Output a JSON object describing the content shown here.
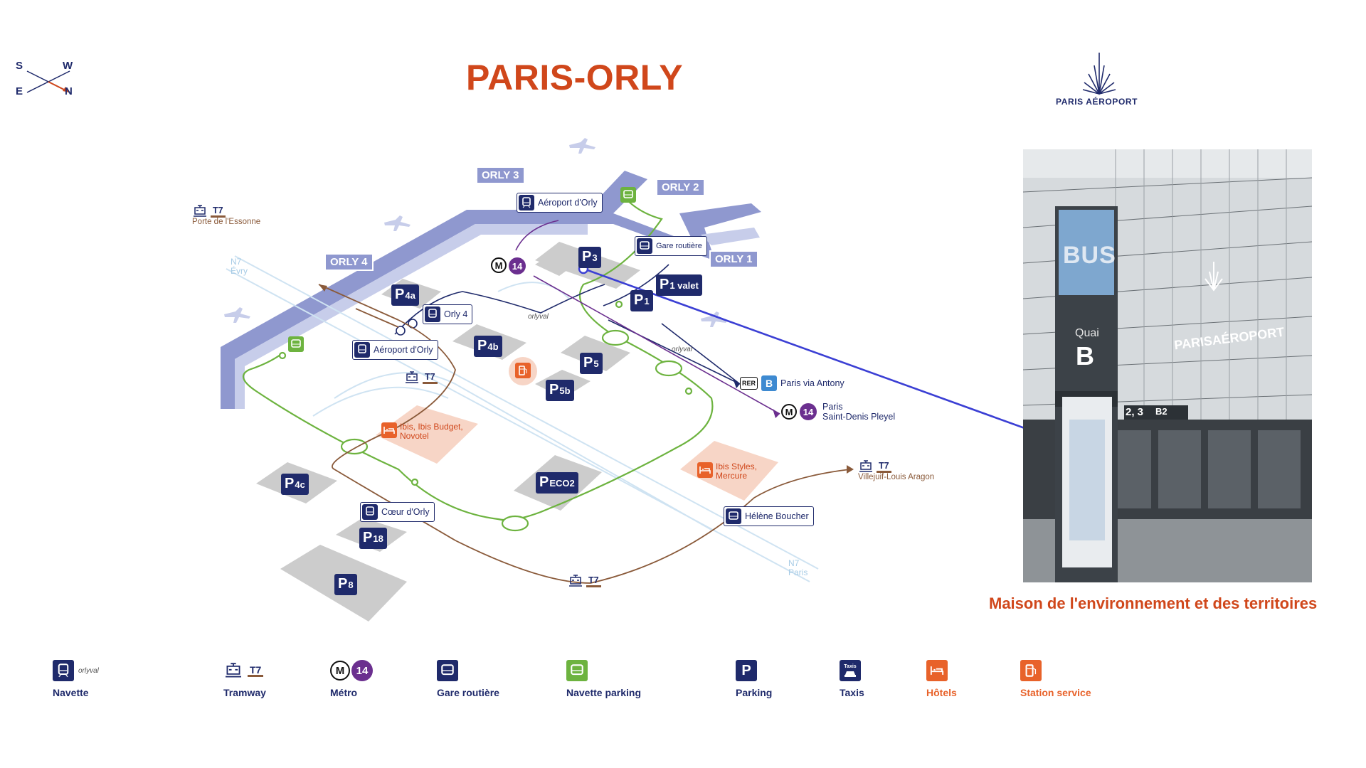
{
  "title": "PARIS-ORLY",
  "compass": {
    "s": "S",
    "w": "W",
    "e": "E",
    "n": "N"
  },
  "brand": {
    "name": "PARIS AÉROPORT"
  },
  "terminals": {
    "orly1": "ORLY 1",
    "orly2": "ORLY 2",
    "orly3": "ORLY 3",
    "orly4": "ORLY 4"
  },
  "stations": {
    "aeroport_orly_top": "Aéroport d'Orly",
    "gare_routiere": "Gare routière",
    "orly4": "Orly 4",
    "aeroport_orly_left": "Aéroport d'Orly",
    "coeur_orly": "Cœur d'Orly",
    "helene_boucher": "Hélène Boucher"
  },
  "tram": {
    "line": "T7",
    "porte_essonne": "Porte de l'Essonne",
    "villejuif": "Villejuif-Louis Aragon"
  },
  "parkings": {
    "p3": {
      "main": "P",
      "sub": "3"
    },
    "p1valet": {
      "main": "P",
      "sub": "1 valet"
    },
    "p1": {
      "main": "P",
      "sub": "1"
    },
    "p4a": {
      "main": "P",
      "sub": "4a"
    },
    "p4b": {
      "main": "P",
      "sub": "4b"
    },
    "p5": {
      "main": "P",
      "sub": "5"
    },
    "p5b": {
      "main": "P",
      "sub": "5b"
    },
    "p4c": {
      "main": "P",
      "sub": "4c"
    },
    "peco2": {
      "main": "P",
      "sub": "ECO2"
    },
    "p18": {
      "main": "P",
      "sub": "18"
    },
    "p8": {
      "main": "P",
      "sub": "8"
    }
  },
  "metro": {
    "m": "M",
    "line": "14"
  },
  "rer": {
    "label": "RER",
    "line": "B",
    "dest": "Paris via Antony"
  },
  "metro_dest": {
    "line1": "Paris",
    "line2": "Saint-Denis Pleyel"
  },
  "orlyval": "orlyval",
  "hotels": {
    "left": {
      "l1": "Ibis, Ibis Budget,",
      "l2": "Novotel"
    },
    "right": {
      "l1": "Ibis Styles,",
      "l2": "Mercure"
    }
  },
  "roads": {
    "n7_evry": {
      "l1": "N7",
      "l2": "Évry"
    },
    "n7_paris": {
      "l1": "N7",
      "l2": "Paris"
    }
  },
  "photo": {
    "sign_bus": "BUS",
    "sign_quai": "Quai",
    "sign_b": "B",
    "brand": "PARISAÉROPORT",
    "plate": "2, 3",
    "plate2": "B2",
    "caption": "Maison de l'environnement et des territoires"
  },
  "legend": {
    "navette": "Navette",
    "tramway": "Tramway",
    "metro": "Métro",
    "gare_routiere": "Gare routière",
    "navette_parking": "Navette parking",
    "parking": "Parking",
    "taxis": "Taxis",
    "taxis_icon_text": "Taxis",
    "hotels": "Hôtels",
    "station_service": "Station service",
    "p": "P"
  },
  "colors": {
    "accent": "#d0471b",
    "navy": "#1f2a6b",
    "terminal": "#8f98cf",
    "green": "#6db33f",
    "tram": "#8a5a3a",
    "metro14": "#6b2f8f",
    "orange": "#e8622a",
    "pointer": "#3b3fd4"
  }
}
